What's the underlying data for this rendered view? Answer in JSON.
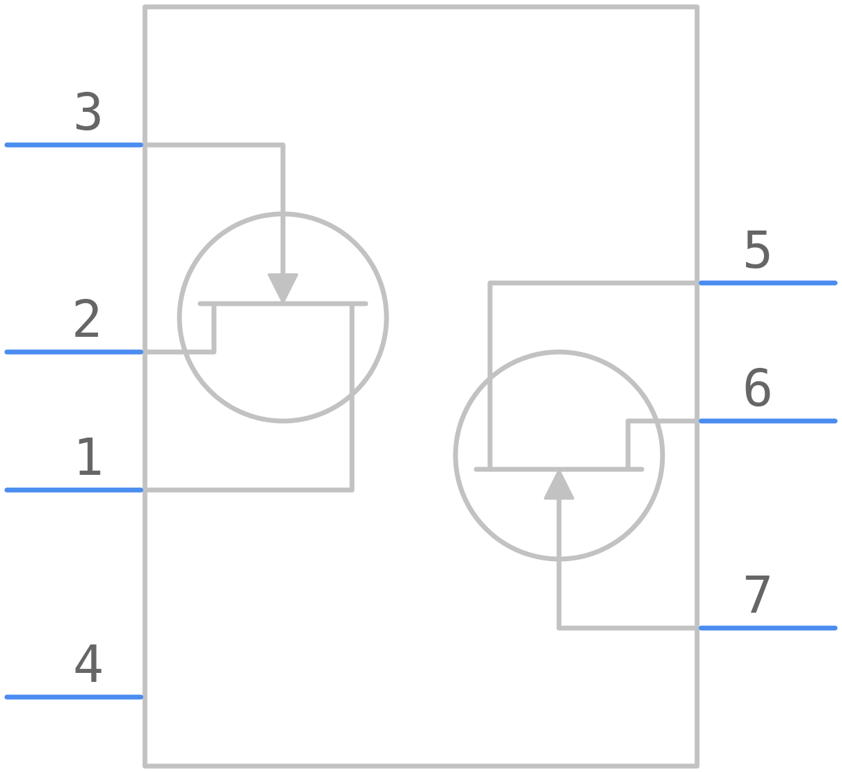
{
  "colors": {
    "body": "#c2c2c2",
    "pin": "#4a8cf0",
    "label": "#666666",
    "background": "#ffffff"
  },
  "pins": [
    {
      "number": "3",
      "side": "left"
    },
    {
      "number": "2",
      "side": "left"
    },
    {
      "number": "1",
      "side": "left"
    },
    {
      "number": "4",
      "side": "left"
    },
    {
      "number": "5",
      "side": "right"
    },
    {
      "number": "6",
      "side": "right"
    },
    {
      "number": "7",
      "side": "right"
    }
  ],
  "transistors": [
    {
      "id": "q1",
      "arrow_direction": "down"
    },
    {
      "id": "q2",
      "arrow_direction": "up"
    }
  ]
}
